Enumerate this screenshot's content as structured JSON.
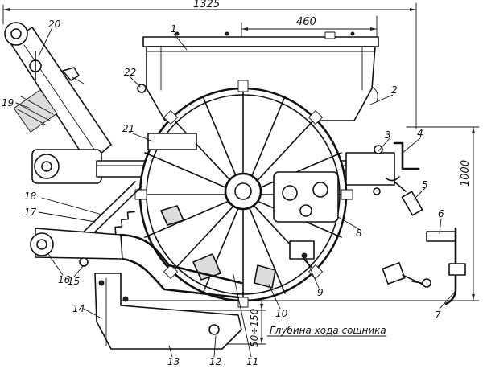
{
  "dimensions": {
    "overall_width": "1325",
    "hopper_width": "460",
    "height": "1000",
    "depth_range": "50÷150"
  },
  "depth_caption": "Глубина хода сошника",
  "callouts": [
    "1",
    "2",
    "3",
    "4",
    "5",
    "6",
    "7",
    "8",
    "9",
    "10",
    "11",
    "12",
    "13",
    "14",
    "15",
    "16",
    "17",
    "18",
    "19",
    "20",
    "21",
    "22"
  ]
}
